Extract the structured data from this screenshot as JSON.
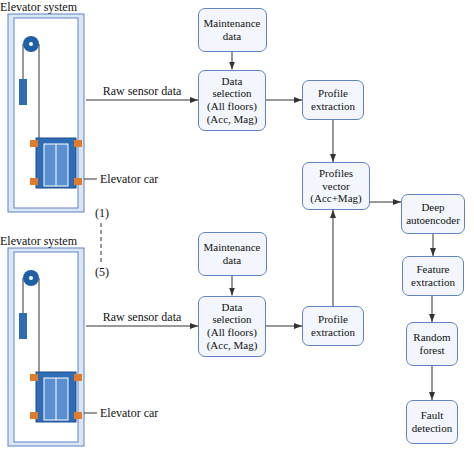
{
  "diagram": {
    "nodes": [
      {
        "text": [
          "Elevator system"
        ]
      },
      {
        "text": [
          "Maintenance data"
        ]
      },
      {
        "text": [
          "Data selection (All floors) (Acc, Mag)"
        ]
      },
      {
        "text": [
          "Profile extraction"
        ]
      },
      {
        "text": [
          "Profiles vector (Acc+Mag)"
        ]
      },
      {
        "text": [
          "Elevator system"
        ]
      },
      {
        "text": [
          "Maintenance data"
        ]
      },
      {
        "text": [
          "Data selection (All floors) (Acc, Mag)"
        ]
      },
      {
        "text": [
          "Profile extraction"
        ]
      },
      {
        "text": [
          "Deep autoencoder"
        ]
      },
      {
        "text": [
          "Feature extraction"
        ]
      },
      {
        "text": [
          "Random forest"
        ]
      },
      {
        "text": [
          "Fault detection"
        ]
      }
    ],
    "edges": [
      {
        "from": 0,
        "to": 2,
        "label": "Raw sensor data",
        "arrow": "to"
      },
      {
        "from": 1,
        "to": 2,
        "arrow": "to"
      },
      {
        "from": 2,
        "to": 3,
        "arrow": "to"
      },
      {
        "from": 3,
        "to": 4,
        "arrow": "to"
      },
      {
        "from": 5,
        "to": 7,
        "label": "Raw sensor data",
        "arrow": "to"
      },
      {
        "from": 6,
        "to": 7,
        "arrow": "to"
      },
      {
        "from": 7,
        "to": 8,
        "arrow": "to"
      },
      {
        "from": 8,
        "to": 4,
        "arrow": "to"
      },
      {
        "from": 4,
        "to": 9,
        "arrow": "to"
      },
      {
        "from": 9,
        "to": 10,
        "arrow": "to"
      },
      {
        "from": 10,
        "to": 11,
        "arrow": "to"
      },
      {
        "from": 11,
        "to": 12,
        "arrow": "to"
      }
    ],
    "labels": [
      "Elevator car",
      "Elevator car",
      "(1)",
      "(5)"
    ]
  }
}
